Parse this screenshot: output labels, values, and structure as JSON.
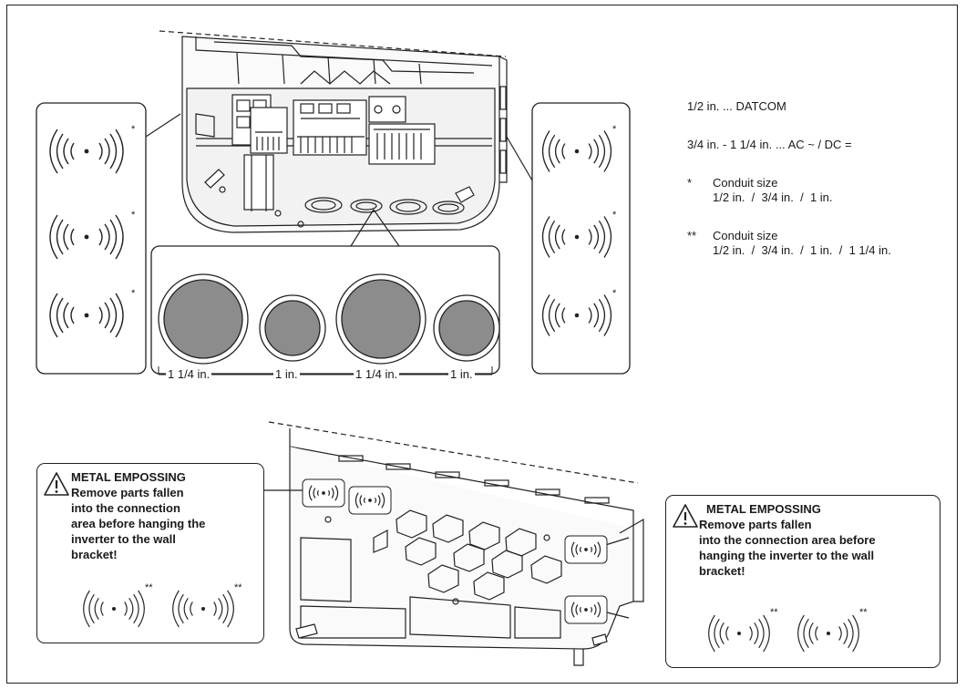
{
  "notes": {
    "datcom": "1/2 in. ... DATCOM",
    "acdc": "3/4 in. - 1 1/4 in. ... AC ~ / DC =",
    "star_mark": "*",
    "conduit_single_label": "Conduit size",
    "conduit_single_sizes": "1/2 in.  /  3/4 in.  /  1 in.",
    "double_star_mark": "**",
    "conduit_double_label": "Conduit size",
    "conduit_double_sizes": "1/2 in.  /  3/4 in.  /  1 in.  /  1 1/4 in."
  },
  "knockout_dimensions": [
    "1 1/4 in.",
    "1 in.",
    "1 1/4 in.",
    "1 in."
  ],
  "symbol_marks": {
    "single": "*",
    "double": "**"
  },
  "warning_left": {
    "title": "METAL EMPOSSING",
    "lines": [
      "Remove parts fallen",
      "into the connection",
      "area before hanging the",
      "inverter to the wall",
      "bracket!"
    ]
  },
  "warning_right": {
    "title": "METAL EMPOSSING",
    "lines": [
      "Remove parts fallen",
      "into the connection area before",
      "hanging the inverter to the wall",
      "bracket!"
    ]
  },
  "icons": {
    "knockout_symbol": "conduit-knockout-icon",
    "warning": "warning-triangle-icon"
  },
  "colors": {
    "line": "#222222",
    "knockout_fill": "#8c8c8c",
    "panel_fill": "#f7f7f7"
  }
}
